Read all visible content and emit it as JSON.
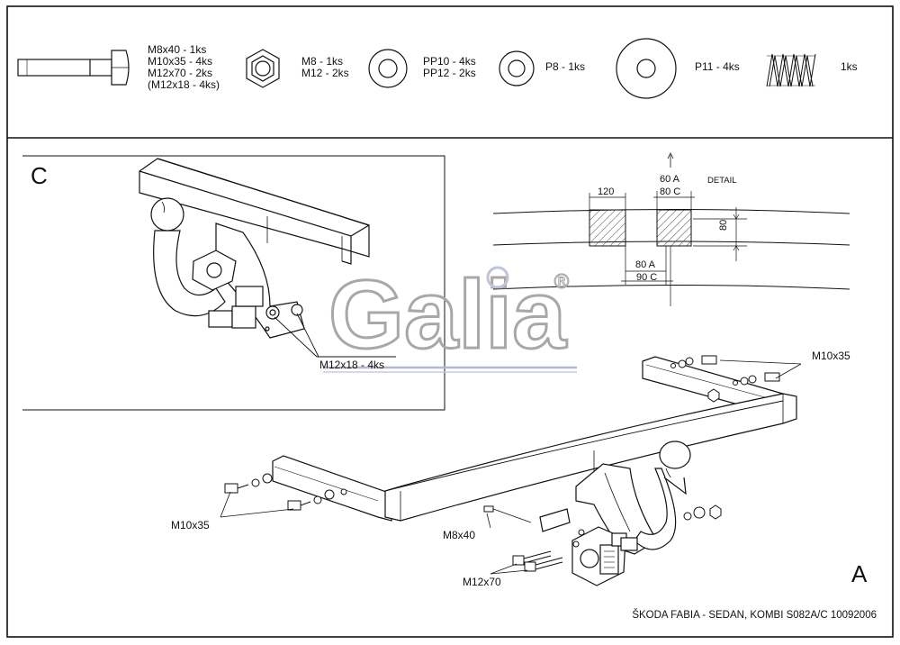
{
  "parts": [
    {
      "name": "bolt",
      "lines": [
        "M8x40 - 1ks",
        "M10x35 - 4ks",
        "M12x70 - 2ks",
        "(M12x18 - 4ks)"
      ]
    },
    {
      "name": "nut",
      "lines": [
        "M8 - 1ks",
        "M12 - 2ks"
      ]
    },
    {
      "name": "washer-pp",
      "lines": [
        "PP10 - 4ks",
        "PP12 - 2ks"
      ]
    },
    {
      "name": "washer-p8",
      "lines": [
        "P8 - 1ks"
      ]
    },
    {
      "name": "washer-p11",
      "lines": [
        "P11 - 4ks"
      ]
    },
    {
      "name": "spring",
      "lines": [
        "1ks"
      ]
    }
  ],
  "views": {
    "detail_c": "C",
    "main_a": "A"
  },
  "detail": {
    "title": "DETAIL",
    "dim_120": "120",
    "dim_60a": "60 A",
    "dim_80c": "80 C",
    "dim_80": "80",
    "dim_80a": "80 A",
    "dim_90c": "90 C"
  },
  "callouts": {
    "c_bolts": "M12x18 - 4ks",
    "a_m10_top": "M10x35",
    "a_m10_left": "M10x35",
    "a_m8": "M8x40",
    "a_m12": "M12x70"
  },
  "watermark": {
    "text": "Galia",
    "mark": "®"
  },
  "footer": "ŠKODA FABIA - SEDAN, KOMBI S082A/C 10092006"
}
